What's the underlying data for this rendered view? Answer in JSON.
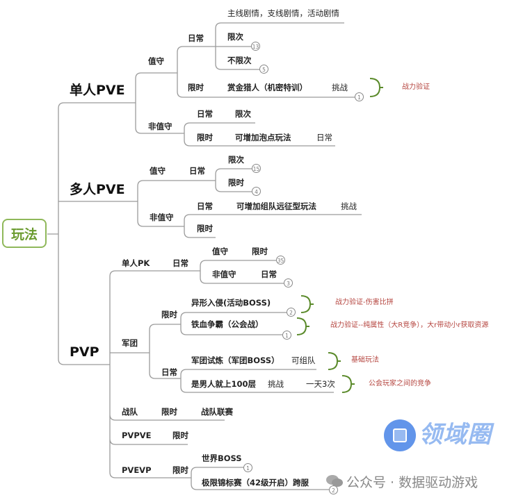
{
  "root": "玩法",
  "single_pve": {
    "title": "单人PVE",
    "guard": {
      "label": "值守",
      "daily": {
        "label": "日常",
        "story": "主线剧情，支线剧情，活动剧情",
        "limited_count": {
          "label": "限次",
          "count": "13"
        },
        "unlimited_count": {
          "label": "不限次",
          "count": "5"
        }
      },
      "limited": {
        "label": "限时",
        "name": "赏金猎人（机密特训）",
        "tag": "挑战",
        "count": "1",
        "note": "战力验证"
      }
    },
    "unguarded": {
      "label": "非值守",
      "daily": {
        "label": "日常",
        "item": "限次"
      },
      "limited": {
        "label": "限时",
        "name": "可增加泡点玩法",
        "tag": "日常"
      }
    }
  },
  "multi_pve": {
    "title": "多人PVE",
    "guard": {
      "label": "值守",
      "daily": "日常",
      "limited_count": {
        "label": "限次",
        "count": "15"
      },
      "limited_time": {
        "label": "限时",
        "count": "4"
      }
    },
    "unguarded": {
      "label": "非值守",
      "daily": {
        "label": "日常",
        "name": "可增加组队远征型玩法",
        "tag": "挑战"
      },
      "limited": {
        "label": "限时"
      }
    }
  },
  "pvp": {
    "title": "PVP",
    "solo_pk": {
      "label": "单人PK",
      "daily": "日常",
      "guard": {
        "label": "值守",
        "tag": "限时",
        "count": "35"
      },
      "unguarded": {
        "label": "非值守",
        "tag": "日常",
        "count": "3"
      }
    },
    "legion": {
      "label": "军团",
      "limited": {
        "label": "限时",
        "items": [
          {
            "name": "异形入侵(活动BOSS)",
            "count": "2",
            "note": "战力验证-伤害比拼"
          },
          {
            "name": "铁血争霸（公会战）",
            "count": "1",
            "note": "战力验证--纯属性（大R竞争），大r带动小r获取资源"
          }
        ]
      },
      "daily": {
        "label": "日常",
        "items": [
          {
            "name": "军团试炼（军团BOSS）",
            "tag": "可组队",
            "note": "基础玩法"
          },
          {
            "name": "是男人就上100层",
            "tag": "挑战",
            "tag2": "一天3次",
            "note": "公会玩家之间的竞争"
          }
        ]
      }
    },
    "team": {
      "label": "战队",
      "tag": "限时",
      "name": "战队联赛"
    },
    "pvpve": {
      "label": "PVPVE",
      "tag": "限时"
    },
    "pvevp": {
      "label": "PVEVP",
      "tag": "限时",
      "items": [
        {
          "name": "世界BOSS",
          "count": "1"
        },
        {
          "name": "极限锦标赛（42级开启）跨服",
          "count": "2"
        }
      ]
    }
  },
  "watermark": {
    "logo": "领域圈",
    "account": "公众号 · 数据驱动游戏"
  },
  "colors": {
    "line": "#9a9a9a",
    "root": "#6a9a2e",
    "note": "#b5453f",
    "bracket": "#5a8a2a"
  }
}
